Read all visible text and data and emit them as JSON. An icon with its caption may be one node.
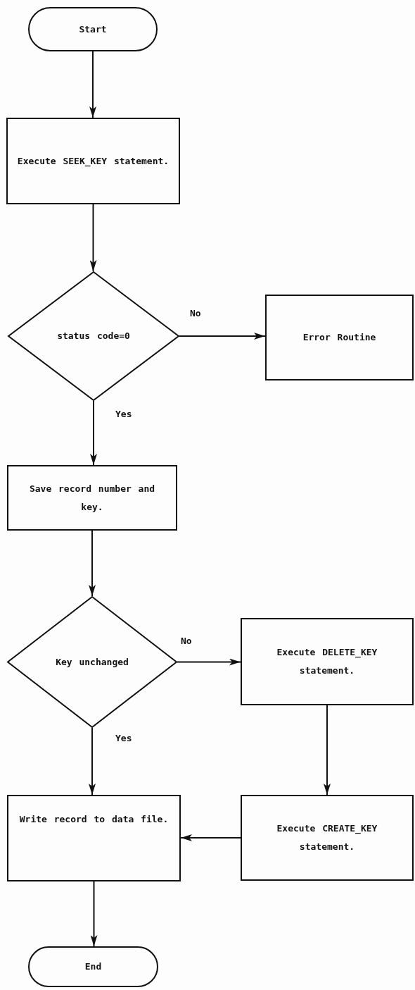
{
  "diagram": {
    "nodes": [
      {
        "text": [
          "Start"
        ]
      },
      {
        "text": [
          "Execute SEEK_KEY statement."
        ]
      },
      {
        "text": [
          "status code=0"
        ]
      },
      {
        "text": [
          "Error Routine"
        ]
      },
      {
        "text": [
          "Save record number and key."
        ]
      },
      {
        "text": [
          "Key unchanged"
        ]
      },
      {
        "text": [
          "Execute DELETE_KEY statement."
        ]
      },
      {
        "text": [
          "Write record to data file."
        ]
      },
      {
        "text": [
          "Execute CREATE_KEY statement."
        ]
      },
      {
        "text": [
          "End"
        ]
      }
    ],
    "edges": [
      {
        "from": 0,
        "to": 1,
        "arrow": "to"
      },
      {
        "from": 1,
        "to": 2,
        "arrow": "to"
      },
      {
        "from": 2,
        "to": 3,
        "arrow": "to",
        "label": "No"
      },
      {
        "from": 2,
        "to": 4,
        "arrow": "to",
        "label": "Yes"
      },
      {
        "from": 4,
        "to": 5,
        "arrow": "to"
      },
      {
        "from": 5,
        "to": 6,
        "arrow": "to",
        "label": "No"
      },
      {
        "from": 5,
        "to": 7,
        "arrow": "to",
        "label": "Yes"
      },
      {
        "from": 6,
        "to": 8,
        "arrow": "to"
      },
      {
        "from": 8,
        "to": 7,
        "arrow": "to"
      },
      {
        "from": 7,
        "to": 9,
        "arrow": "to"
      }
    ]
  }
}
